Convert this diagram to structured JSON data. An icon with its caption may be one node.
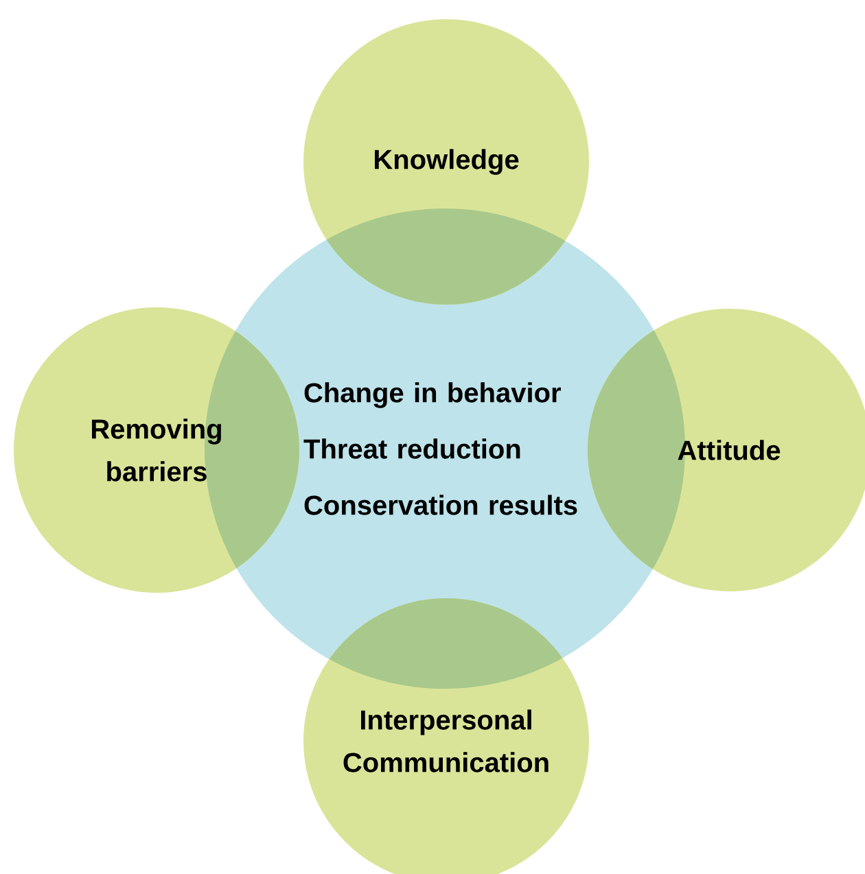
{
  "diagram": {
    "nodes": [
      {
        "text": [
          "Knowledge"
        ]
      },
      {
        "text": [
          "Removing barriers"
        ]
      },
      {
        "text": [
          "Change in behavior",
          "Threat reduction",
          "Conservation results"
        ]
      },
      {
        "text": [
          "Attitude"
        ]
      },
      {
        "text": [
          "Interpersonal Communication"
        ]
      }
    ]
  }
}
